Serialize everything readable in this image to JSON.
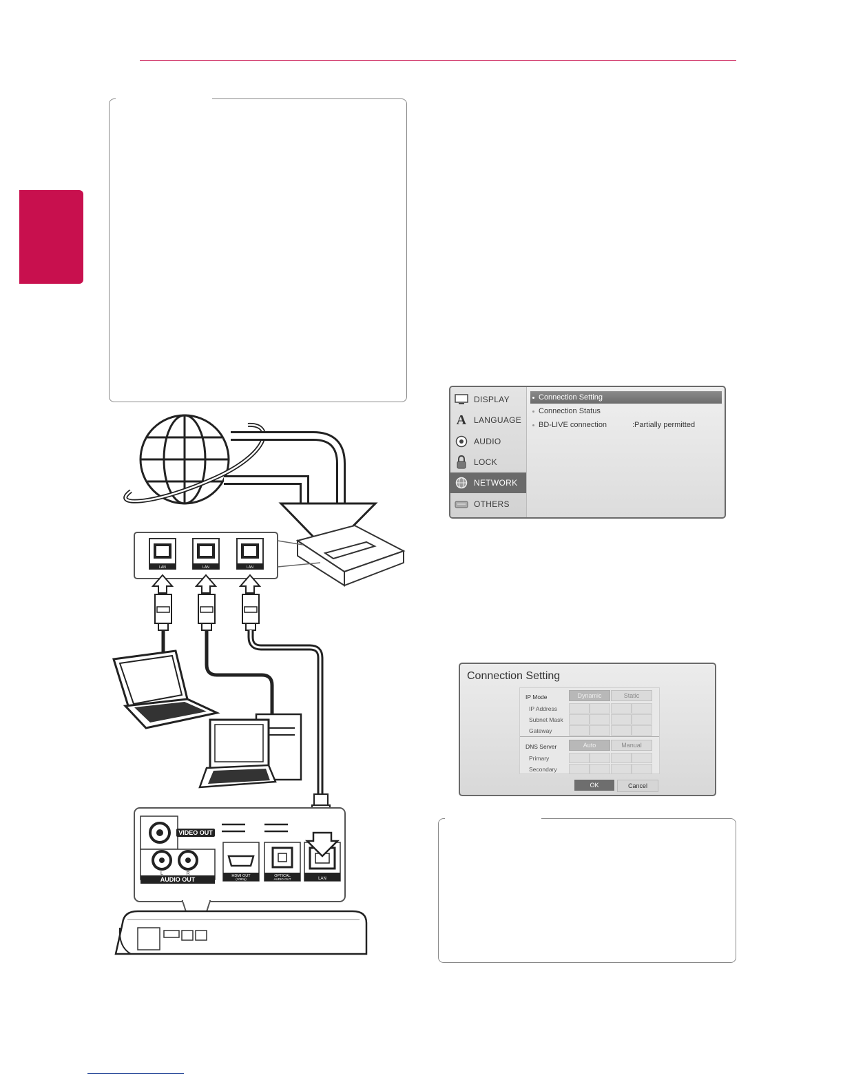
{
  "setup_menu": {
    "items": [
      {
        "label": "DISPLAY",
        "icon": "monitor-icon"
      },
      {
        "label": "LANGUAGE",
        "icon": "letter-a-icon"
      },
      {
        "label": "AUDIO",
        "icon": "speaker-icon"
      },
      {
        "label": "LOCK",
        "icon": "lock-icon"
      },
      {
        "label": "NETWORK",
        "icon": "globe-icon",
        "selected": true
      },
      {
        "label": "OTHERS",
        "icon": "others-icon"
      }
    ],
    "options": [
      {
        "label": "Connection Setting",
        "selected": true
      },
      {
        "label": "Connection Status"
      },
      {
        "label": "BD-LIVE connection",
        "value": ":Partially permitted"
      }
    ]
  },
  "connection_dialog": {
    "title": "Connection Setting",
    "ip_mode_label": "IP Mode",
    "ip_mode_options": [
      "Dynamic",
      "Static"
    ],
    "ip_fields": [
      "IP Address",
      "Subnet Mask",
      "Gateway"
    ],
    "dns_label": "DNS Server",
    "dns_options": [
      "Auto",
      "Manual"
    ],
    "dns_fields": [
      "Primary",
      "Secondary"
    ],
    "ok_label": "OK",
    "cancel_label": "Cancel"
  },
  "diagram": {
    "port_labels": [
      "LAN",
      "LAN",
      "LAN"
    ],
    "player_labels": {
      "video_out": "VIDEO OUT",
      "audio_out": "AUDIO OUT",
      "audio_l": "L",
      "audio_r": "R",
      "hdmi_out": "HDMI OUT",
      "hdmi_sub": "(1080p)",
      "optical": "OPTICAL",
      "optical_sub": "AUDIO OUT",
      "lan": "LAN"
    }
  },
  "colors": {
    "accent": "#c8104e"
  }
}
